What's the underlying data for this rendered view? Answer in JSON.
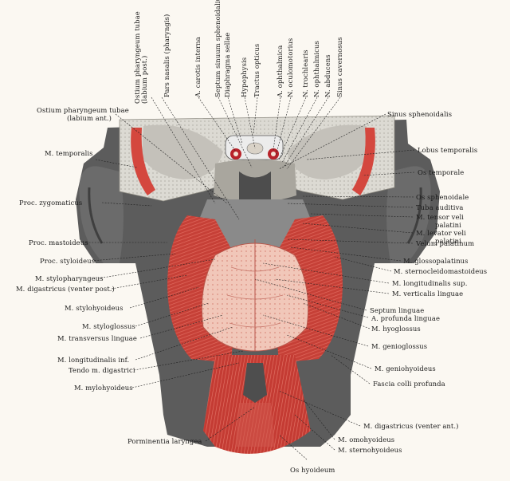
{
  "labels": {
    "ostium_post": "Ostium pharyngeum tubae\n(labium post.)",
    "pars_nasalis": "Pars nasalis (pharyngis)",
    "a_carotis": "A. carotis interna",
    "septum_sinuum": "Septum sinuum sphenoidalium",
    "diaphragma": "Diaphragma sellae",
    "hypophysis": "Hypophysis",
    "tractus": "Tractus opticus",
    "a_ophthalmica": "A. ophthalmica",
    "n_oculomotorius": "N. oculomotorius",
    "n_trochlearis": "N. trochlearis",
    "n_ophthalmicus": "N. ophthalmicus",
    "n_abducens": "N. abducens",
    "sinus_cavernosus": "Sinus cavernosus",
    "ostium_ant": "Ostium pharyngeum tubae",
    "ostium_ant2": "(labium ant.)",
    "sinus_sphenoidalis": "Sinus sphenoidalis",
    "m_temporalis": "M. temporalis",
    "lobus_temporalis": "Lobus temporalis",
    "os_temporale": "Os temporale",
    "proc_zyg": "Proc. zygomaticus",
    "os_sphenoidale": "Os sphenoidale",
    "tuba_auditiva": "Tuba auditiva",
    "m_tensor": "M. tensor veli",
    "m_tensor2": "palatini",
    "m_levator": "M. levator veli",
    "m_levator2": "palatini",
    "proc_mastoideus": "Proc. mastoideus",
    "velum": "Velum palatinum",
    "m_glossopalatinus": "M. glossopalatinus",
    "proc_styloideus": "Proc. styloideus",
    "m_sternocleido": "M. sternocleidomastoideus",
    "m_stylopharyngeus": "M. stylopharyngeus",
    "m_longitudinalis_sup": "M. longitudinalis sup.",
    "m_digastricus_post": "M. digastricus (venter post.)",
    "m_verticalis": "M. verticalis linguae",
    "m_stylohyoideus": "M. stylohyoideus",
    "septum_linguae": "Septum linguae",
    "a_profunda": "A. profunda linguae",
    "m_styloglossus": "M. styloglossus",
    "m_hyoglossus": "M. hyoglossus",
    "m_transversus": "M. transversus linguae",
    "m_genioglossus": "M. genioglossus",
    "m_longitudinalis_inf": "M. longitudinalis inf.",
    "tendo": "Tendo m. digastrici",
    "m_geniohyoideus": "M. geniohyoideus",
    "fascia": "Fascia colli profunda",
    "m_mylohyoideus": "M. mylohyoideus",
    "m_digastricus_ant": "M. digastricus (venter ant.)",
    "porminentia": "Porminentia laryngea",
    "m_omohyoideus": "M. omohyoideus",
    "m_sternohyoideus": "M. sternohyoideus",
    "os_hyoideum": "Os hyoideum"
  },
  "colors": {
    "muscle": "#c9403a",
    "muscle_light": "#e58a7f",
    "skin": "#5a5a5a",
    "bone": "#d8d6cf",
    "tongue": "#f0c9bd"
  }
}
